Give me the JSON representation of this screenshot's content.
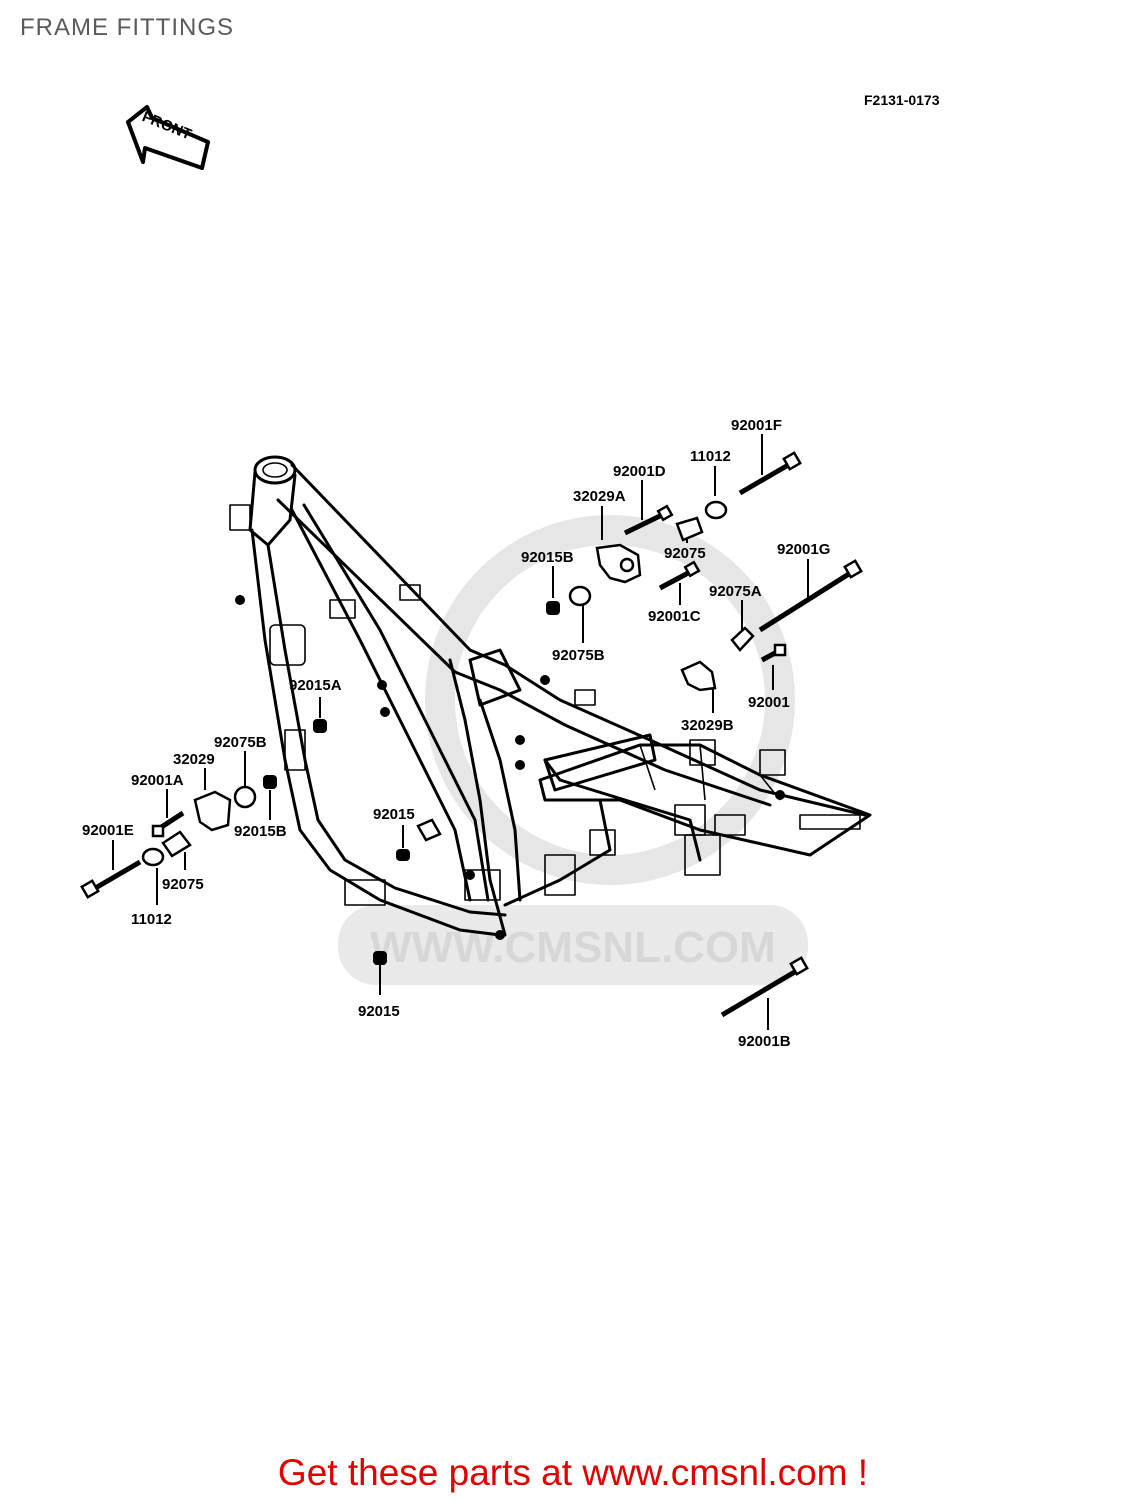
{
  "header": {
    "title": "FRAME FITTINGS"
  },
  "diagram": {
    "code": "F2131-0173",
    "direction_label": "FRONT",
    "watermark": "WWW.CMSNL.COM",
    "parts": [
      {
        "id": "92001F",
        "label": "92001F"
      },
      {
        "id": "11012-upper",
        "label": "11012"
      },
      {
        "id": "92001D",
        "label": "92001D"
      },
      {
        "id": "32029A",
        "label": "32029A"
      },
      {
        "id": "92075-upper",
        "label": "92075"
      },
      {
        "id": "92001G",
        "label": "92001G"
      },
      {
        "id": "92015B-upper",
        "label": "92015B"
      },
      {
        "id": "92075A",
        "label": "92075A"
      },
      {
        "id": "92001C",
        "label": "92001C"
      },
      {
        "id": "92075B-upper",
        "label": "92075B"
      },
      {
        "id": "92001",
        "label": "92001"
      },
      {
        "id": "32029B",
        "label": "32029B"
      },
      {
        "id": "92015A",
        "label": "92015A"
      },
      {
        "id": "92075B-lower",
        "label": "92075B"
      },
      {
        "id": "32029",
        "label": "32029"
      },
      {
        "id": "92001A",
        "label": "92001A"
      },
      {
        "id": "92001E",
        "label": "92001E"
      },
      {
        "id": "92015B-lower",
        "label": "92015B"
      },
      {
        "id": "92075-lower",
        "label": "92075"
      },
      {
        "id": "11012-lower",
        "label": "11012"
      },
      {
        "id": "92015-mid",
        "label": "92015"
      },
      {
        "id": "92015-bottom",
        "label": "92015"
      },
      {
        "id": "92001B",
        "label": "92001B"
      }
    ]
  },
  "footer": {
    "promo": "Get these parts at www.cmsnl.com !"
  }
}
